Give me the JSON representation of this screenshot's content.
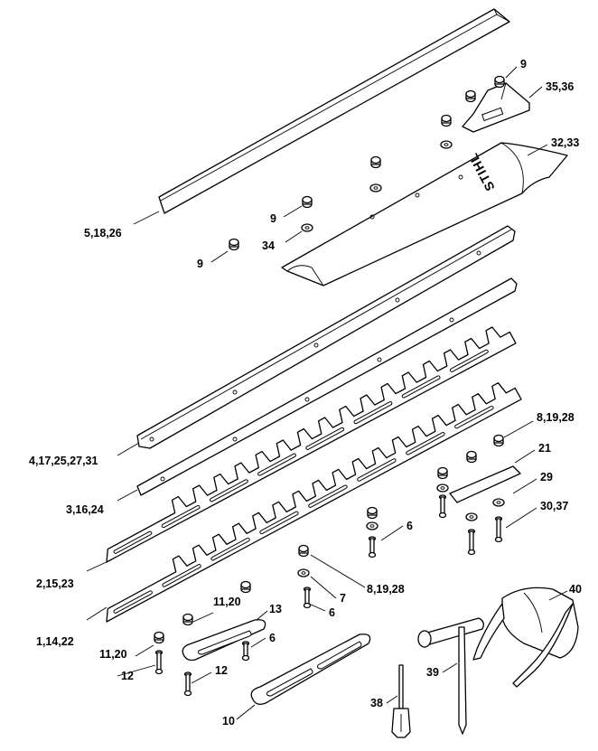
{
  "diagram": {
    "brand_text": "STIHL",
    "labels": {
      "p5_18_26": "5,18,26",
      "p9_top": "9",
      "p35_36": "35,36",
      "p32_33": "32,33",
      "p9_mid": "9",
      "p34": "34",
      "p9_left": "9",
      "p4_17_25_27_31": "4,17,25,27,31",
      "p3_16_24": "3,16,24",
      "p2_15_23": "2,15,23",
      "p1_14_22": "1,14,22",
      "p8_19_28_right": "8,19,28",
      "p21": "21",
      "p29": "29",
      "p30_37": "30,37",
      "p6_right": "6",
      "p8_19_28_mid": "8,19,28",
      "p7": "7",
      "p6_mid": "6",
      "p11_20_mid": "11,20",
      "p13": "13",
      "p6_left": "6",
      "p11_20_left": "11,20",
      "p12_a": "12",
      "p12_b": "12",
      "p10": "10",
      "p40": "40",
      "p39": "39",
      "p38": "38"
    }
  }
}
